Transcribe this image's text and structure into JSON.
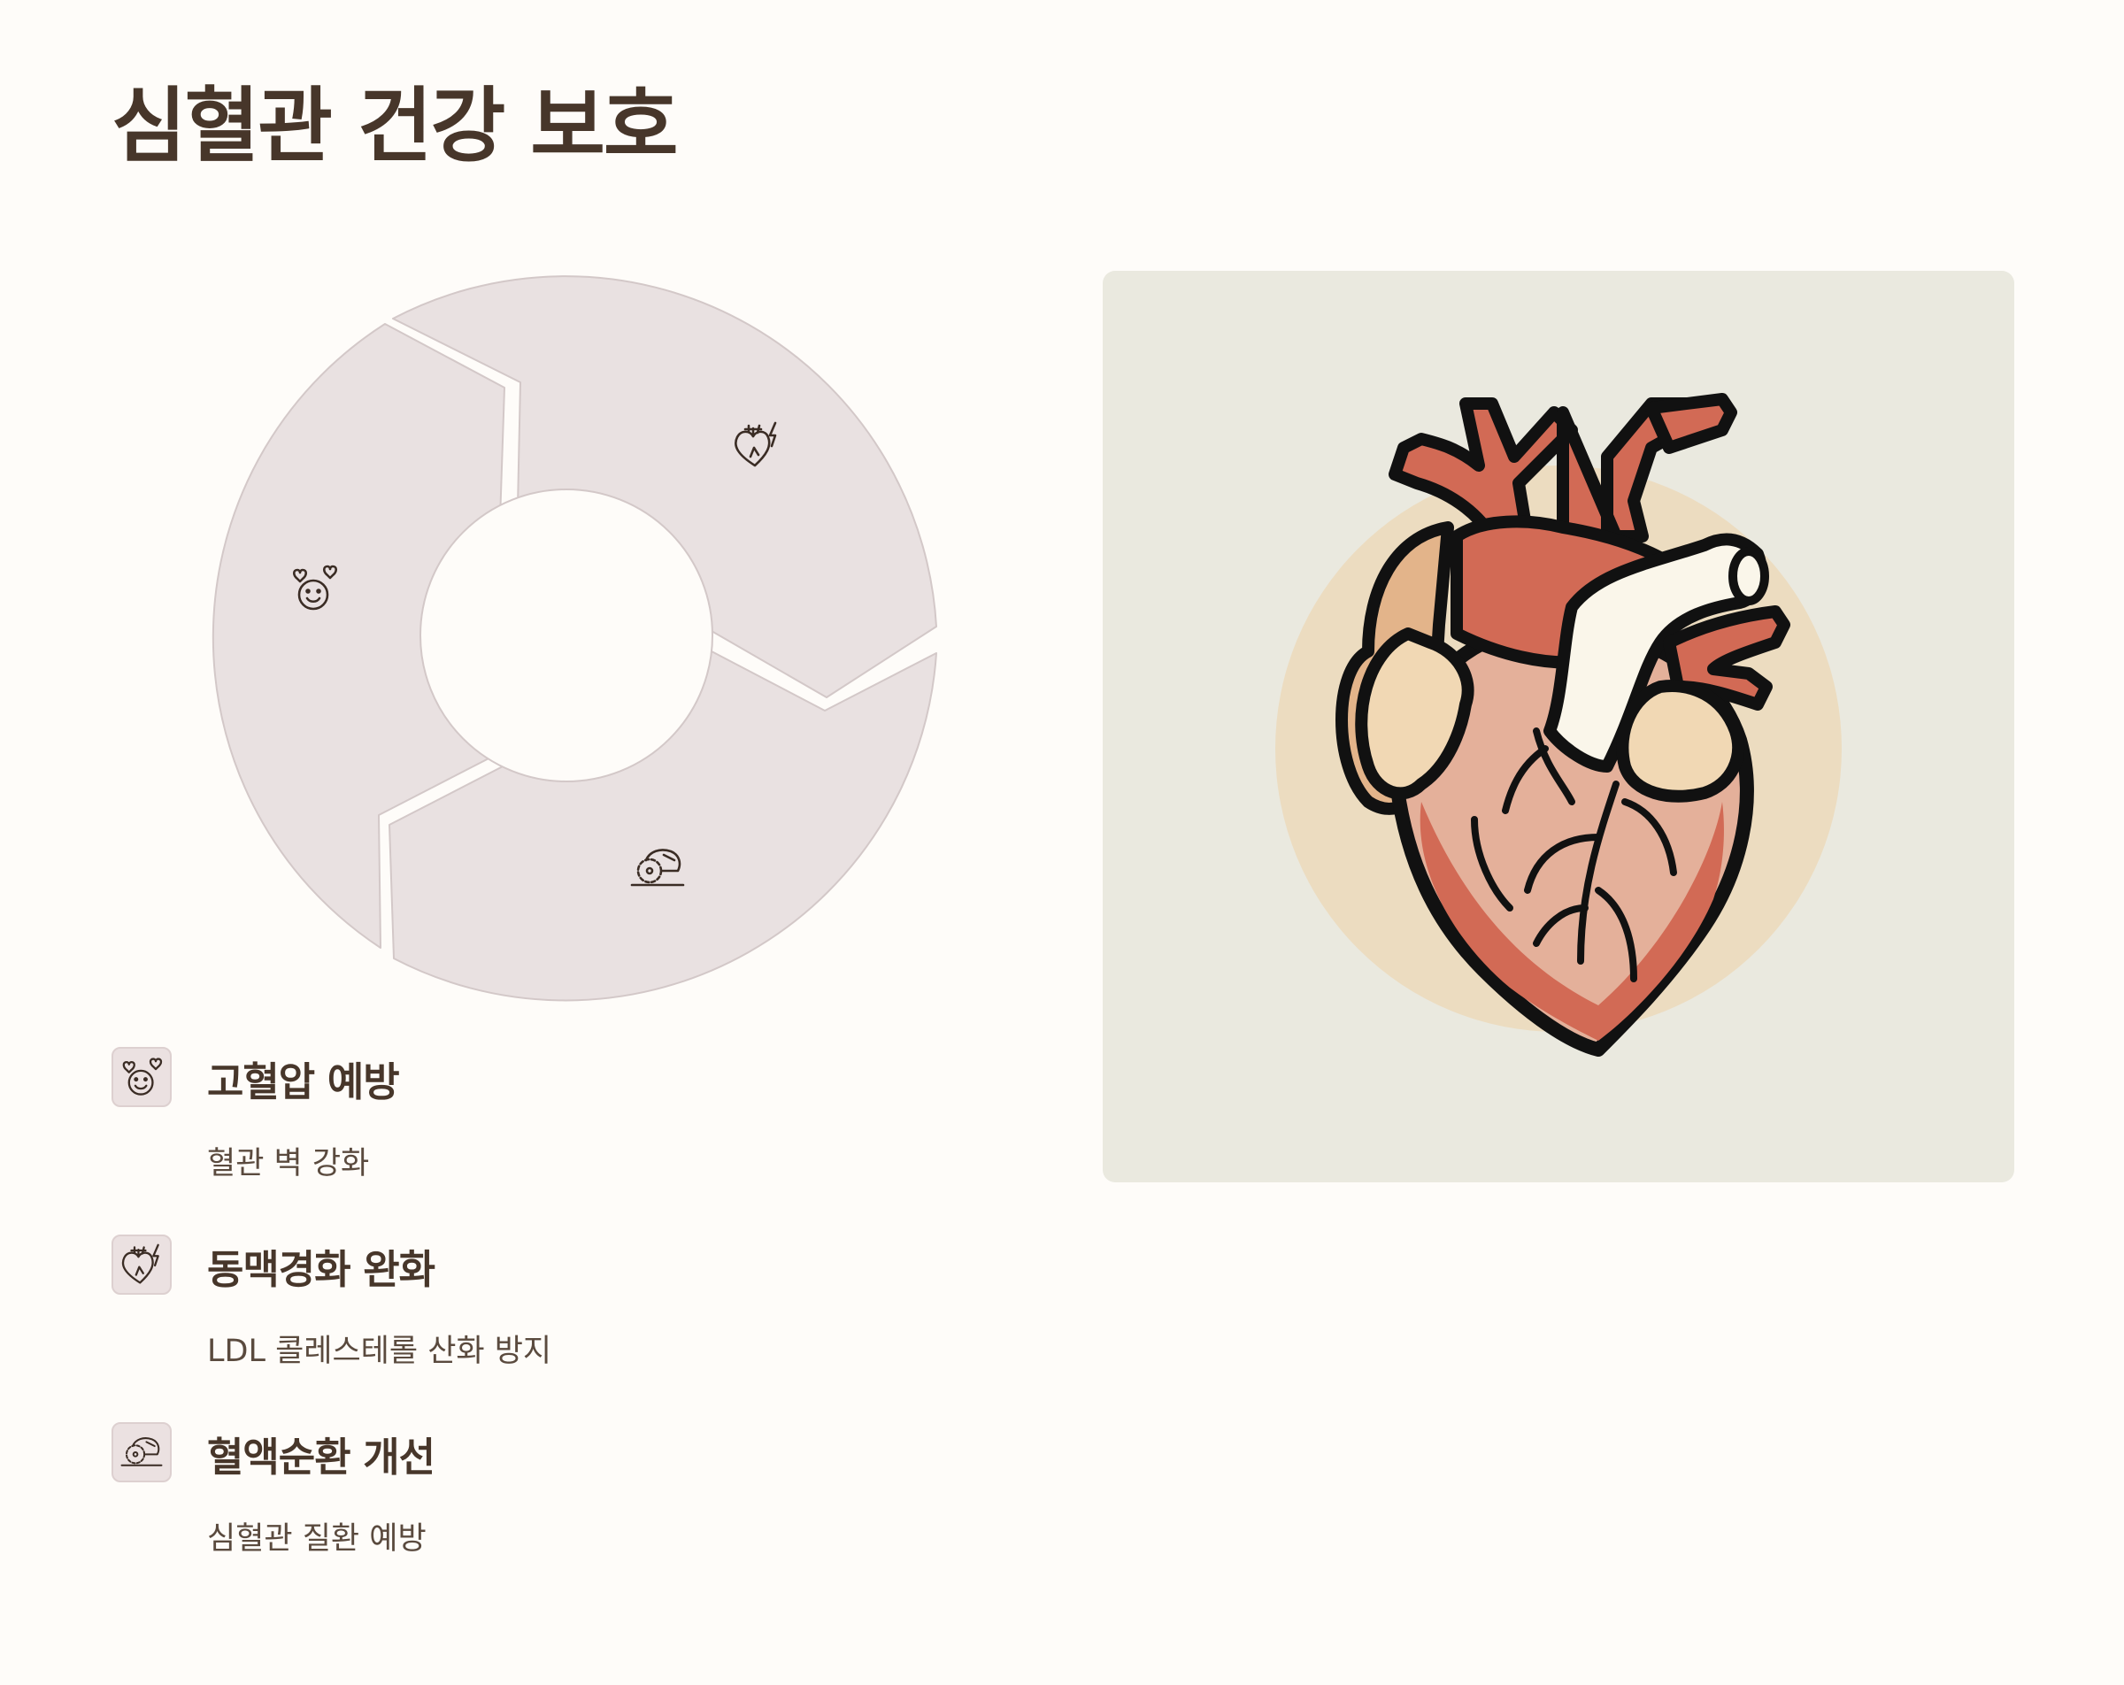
{
  "page": {
    "title": "심혈관 건강 보호"
  },
  "cycle": {
    "segments": [
      {
        "icon": "heart-lightning-icon"
      },
      {
        "icon": "circular-saw-icon"
      },
      {
        "icon": "smiley-hearts-icon"
      }
    ]
  },
  "features": [
    {
      "icon": "smiley-hearts-icon",
      "title": "고혈압 예방",
      "desc": "혈관 벽 강화"
    },
    {
      "icon": "heart-lightning-icon",
      "title": "동맥경화 완화",
      "desc": "LDL 콜레스테롤 산화 방지"
    },
    {
      "icon": "circular-saw-icon",
      "title": "혈액순환 개선",
      "desc": "심혈관 질환 예방"
    }
  ],
  "illustration": {
    "subject": "heart-illustration",
    "colors": {
      "background": "#eae9df",
      "halo": "#ecdcc0",
      "muscle": "#d26a55",
      "outline": "#111111"
    }
  }
}
